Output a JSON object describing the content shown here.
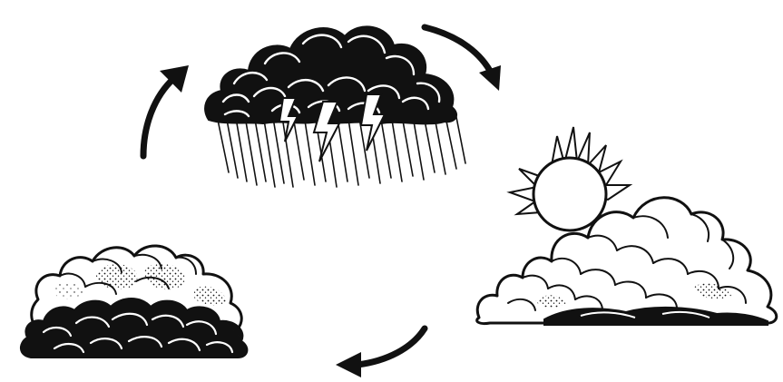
{
  "diagram": {
    "type": "cycle",
    "stages": [
      {
        "name": "storm-cloud-with-rain-and-lightning"
      },
      {
        "name": "sun-behind-cumulus-clouds"
      },
      {
        "name": "dark-low-cumulus-clouds"
      }
    ],
    "arrows": [
      {
        "from": "storm-cloud-with-rain-and-lightning",
        "to": "sun-behind-cumulus-clouds"
      },
      {
        "from": "sun-behind-cumulus-clouds",
        "to": "dark-low-cumulus-clouds"
      },
      {
        "from": "dark-low-cumulus-clouds",
        "to": "storm-cloud-with-rain-and-lightning"
      }
    ],
    "colors": {
      "ink": "#111111",
      "paper": "#ffffff"
    }
  }
}
